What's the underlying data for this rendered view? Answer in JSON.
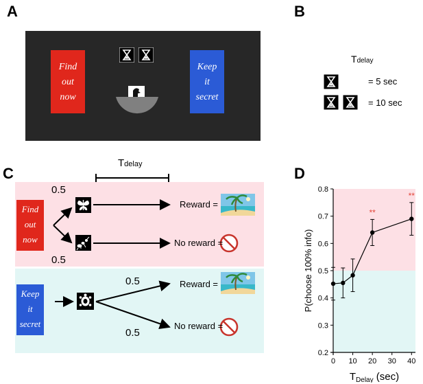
{
  "panels": {
    "a": "A",
    "b": "B",
    "c": "C",
    "d": "D"
  },
  "panel_a": {
    "left_button": [
      "Find",
      "out",
      "now"
    ],
    "right_button": [
      "Keep",
      "it",
      "secret"
    ],
    "colors": {
      "background": "#272727",
      "find": "#e0271c",
      "keep": "#2b5bd6",
      "bowl": "#808080"
    }
  },
  "panel_b": {
    "t_label": "T",
    "t_sub": "delay",
    "row1": "= 5 sec",
    "row2": "= 10 sec"
  },
  "panel_c": {
    "t_label": "T",
    "t_sub": "delay",
    "top_option": [
      "Find",
      "out",
      "now"
    ],
    "bottom_option": [
      "Keep",
      "it",
      "secret"
    ],
    "p_upper": "0.5",
    "p_lower": "0.5",
    "p_upper_right": "0.5",
    "p_lower_right": "0.5",
    "reward1": "Reward =",
    "noreward1": "No reward =",
    "reward2": "Reward =",
    "noreward2": "No reward =",
    "colors": {
      "pink": "#fde0e5",
      "cyan": "#e2f6f5",
      "find": "#e0271c",
      "keep": "#2b5bd6",
      "forbid": "#c8342c"
    }
  },
  "chart_data": {
    "type": "line",
    "ylabel": "P(choose 100% info)",
    "xlabel_main": "T",
    "xlabel_sub": "Delay",
    "xlabel_unit": "(sec)",
    "x": [
      0,
      5,
      10,
      20,
      40
    ],
    "y": [
      0.452,
      0.455,
      0.483,
      0.64,
      0.69
    ],
    "err": [
      0.06,
      0.055,
      0.06,
      0.048,
      0.06
    ],
    "xlim": [
      0,
      42
    ],
    "ylim": [
      0.2,
      0.8
    ],
    "xticks": [
      "0",
      "10",
      "20",
      "30",
      "40"
    ],
    "yticks": [
      "0.2",
      "0.3",
      "0.4",
      "0.5",
      "0.6",
      "0.7",
      "0.8"
    ],
    "significance": [
      {
        "x": 20,
        "label": "**"
      },
      {
        "x": 40,
        "label": "**"
      }
    ],
    "colors": {
      "upper_band": "#fde0e5",
      "lower_band": "#e2f6f5",
      "star": "#e2483c"
    }
  }
}
